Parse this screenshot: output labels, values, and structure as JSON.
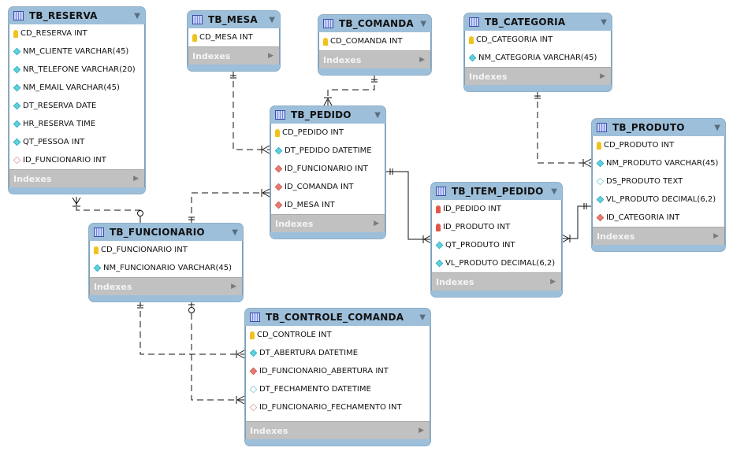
{
  "diagram": {
    "indexes_label": "Indexes",
    "tables": [
      {
        "key": "reserva",
        "name": "TB_RESERVA",
        "columns": [
          {
            "text": "CD_RESERVA INT",
            "kind": "pk"
          },
          {
            "text": "NM_CLIENTE VARCHAR(45)",
            "kind": "nn"
          },
          {
            "text": "NR_TELEFONE VARCHAR(20)",
            "kind": "nn"
          },
          {
            "text": "NM_EMAIL VARCHAR(45)",
            "kind": "nn"
          },
          {
            "text": "DT_RESERVA DATE",
            "kind": "nn"
          },
          {
            "text": "HR_RESERVA TIME",
            "kind": "nn"
          },
          {
            "text": "QT_PESSOA INT",
            "kind": "nn"
          },
          {
            "text": "ID_FUNCIONARIO INT",
            "kind": "fknul"
          }
        ]
      },
      {
        "key": "mesa",
        "name": "TB_MESA",
        "columns": [
          {
            "text": "CD_MESA INT",
            "kind": "pk"
          }
        ]
      },
      {
        "key": "comanda",
        "name": "TB_COMANDA",
        "columns": [
          {
            "text": "CD_COMANDA INT",
            "kind": "pk"
          }
        ]
      },
      {
        "key": "categoria",
        "name": "TB_CATEGORIA",
        "columns": [
          {
            "text": "CD_CATEGORIA INT",
            "kind": "pk"
          },
          {
            "text": "NM_CATEGORIA VARCHAR(45)",
            "kind": "nn"
          }
        ]
      },
      {
        "key": "pedido",
        "name": "TB_PEDIDO",
        "columns": [
          {
            "text": "CD_PEDIDO INT",
            "kind": "pk"
          },
          {
            "text": "DT_PEDIDO DATETIME",
            "kind": "nn"
          },
          {
            "text": "ID_FUNCIONARIO INT",
            "kind": "fk"
          },
          {
            "text": "ID_COMANDA INT",
            "kind": "fk"
          },
          {
            "text": "ID_MESA INT",
            "kind": "fk"
          }
        ]
      },
      {
        "key": "produto",
        "name": "TB_PRODUTO",
        "columns": [
          {
            "text": "CD_PRODUTO INT",
            "kind": "pk"
          },
          {
            "text": "NM_PRODUTO VARCHAR(45)",
            "kind": "nn"
          },
          {
            "text": "DS_PRODUTO TEXT",
            "kind": "nul"
          },
          {
            "text": "VL_PRODUTO DECIMAL(6,2)",
            "kind": "nn"
          },
          {
            "text": "ID_CATEGORIA INT",
            "kind": "fk"
          }
        ]
      },
      {
        "key": "item_pedido",
        "name": "TB_ITEM_PEDIDO",
        "columns": [
          {
            "text": "ID_PEDIDO INT",
            "kind": "pkfk"
          },
          {
            "text": "ID_PRODUTO INT",
            "kind": "pkfk"
          },
          {
            "text": "QT_PRODUTO INT",
            "kind": "nn"
          },
          {
            "text": "VL_PRODUTO DECIMAL(6,2)",
            "kind": "nn"
          }
        ]
      },
      {
        "key": "funcionario",
        "name": "TB_FUNCIONARIO",
        "columns": [
          {
            "text": "CD_FUNCIONARIO INT",
            "kind": "pk"
          },
          {
            "text": "NM_FUNCIONARIO VARCHAR(45)",
            "kind": "nn"
          }
        ]
      },
      {
        "key": "controle_comanda",
        "name": "TB_CONTROLE_COMANDA",
        "columns": [
          {
            "text": "CD_CONTROLE INT",
            "kind": "pk"
          },
          {
            "text": "DT_ABERTURA DATETIME",
            "kind": "nn"
          },
          {
            "text": "ID_FUNCIONARIO_ABERTURA INT",
            "kind": "fk"
          },
          {
            "text": "DT_FECHAMENTO DATETIME",
            "kind": "nul"
          },
          {
            "text": "ID_FUNCIONARIO_FECHAMENTO INT",
            "kind": "fknul"
          }
        ]
      }
    ],
    "relationships": [
      {
        "from": "TB_FUNCIONARIO",
        "to": "TB_RESERVA",
        "identifying": false,
        "from_card": "zero-or-one",
        "to_card": "many"
      },
      {
        "from": "TB_MESA",
        "to": "TB_PEDIDO",
        "identifying": false,
        "from_card": "one",
        "to_card": "many"
      },
      {
        "from": "TB_COMANDA",
        "to": "TB_PEDIDO",
        "identifying": false,
        "from_card": "one",
        "to_card": "many"
      },
      {
        "from": "TB_FUNCIONARIO",
        "to": "TB_PEDIDO",
        "identifying": false,
        "from_card": "one",
        "to_card": "many"
      },
      {
        "from": "TB_PEDIDO",
        "to": "TB_ITEM_PEDIDO",
        "identifying": true,
        "from_card": "one",
        "to_card": "many"
      },
      {
        "from": "TB_PRODUTO",
        "to": "TB_ITEM_PEDIDO",
        "identifying": true,
        "from_card": "one",
        "to_card": "many"
      },
      {
        "from": "TB_CATEGORIA",
        "to": "TB_PRODUTO",
        "identifying": false,
        "from_card": "one",
        "to_card": "many"
      },
      {
        "from": "TB_FUNCIONARIO",
        "to": "TB_CONTROLE_COMANDA",
        "identifying": false,
        "from_card": "one",
        "to_card": "many"
      },
      {
        "from": "TB_FUNCIONARIO",
        "to": "TB_CONTROLE_COMANDA",
        "identifying": false,
        "from_card": "zero-or-one",
        "to_card": "many"
      }
    ]
  }
}
